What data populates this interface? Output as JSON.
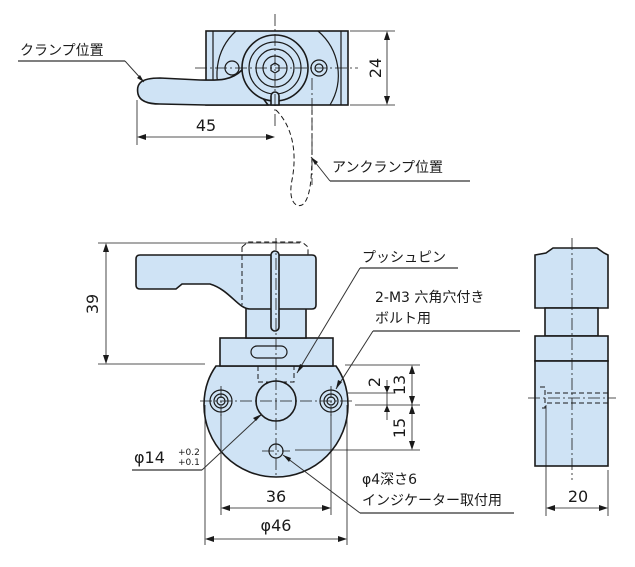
{
  "labels": {
    "clamp_position": "クランプ位置",
    "unclamp_position": "アンクランプ位置",
    "push_pin": "プッシュピン",
    "bolt_line1": "2-M3 六角穴付き",
    "bolt_line2": "ボルト用",
    "indicator_line1": "φ4深さ6",
    "indicator_line2": "インジケーター取付用"
  },
  "dimensions": {
    "top_height": "24",
    "top_length": "45",
    "front_height": "39",
    "offset_small": "2",
    "upper_13": "13",
    "lower_15": "15",
    "bore_dia": "φ14",
    "bore_tol_upper": "+0.2",
    "bore_tol_lower": "+0.1",
    "hole_pitch": "36",
    "flange_dia": "φ46",
    "side_width": "20"
  },
  "colors": {
    "part_fill": "#cfe3f5",
    "line": "#1a1a1a"
  }
}
